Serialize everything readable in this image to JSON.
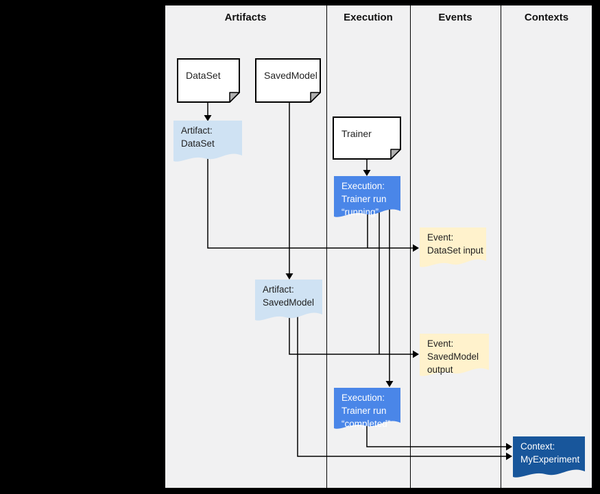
{
  "header": {
    "columns": [
      {
        "label": "Artifacts"
      },
      {
        "label": "Execution"
      },
      {
        "label": "Events"
      },
      {
        "label": "Contexts"
      }
    ]
  },
  "nodes": {
    "dataset_doc": {
      "label": "DataSet"
    },
    "savedmodel_doc": {
      "label": "SavedModel"
    },
    "trainer_doc": {
      "label": "Trainer"
    },
    "artifact_dataset": {
      "label": "Artifact:\nDataSet"
    },
    "artifact_savedmodel": {
      "label": "Artifact:\nSavedModel"
    },
    "execution_running": {
      "label": "Execution:\nTrainer run\n“running”"
    },
    "execution_completed": {
      "label": "Execution:\nTrainer run\n“completed”"
    },
    "event_dataset_input": {
      "label": "Event:\nDataSet input"
    },
    "event_savedmodel_output": {
      "label": "Event:\nSavedModel\noutput"
    },
    "context_myexperiment": {
      "label": "Context:\nMyExperiment"
    }
  },
  "colors": {
    "canvas_bg": "#f1f1f2",
    "outer_bg": "#000000",
    "artifact_fill": "#cfe2f3",
    "execution_fill": "#4a86e8",
    "event_fill": "#fff2cc",
    "context_fill": "#18569b",
    "doc_fill": "#ffffff",
    "fold_fill": "#b0b0b0",
    "line_color": "#000000"
  }
}
